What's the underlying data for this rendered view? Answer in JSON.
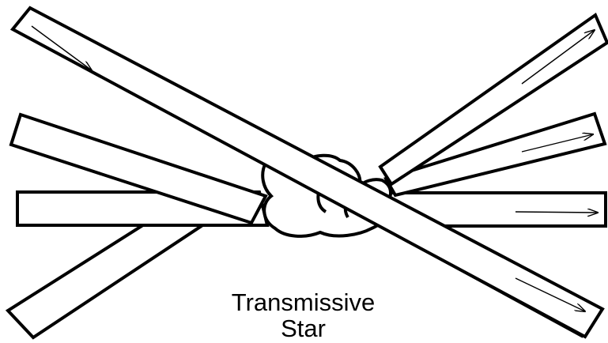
{
  "diagram": {
    "label_line1": "Transmissive",
    "label_line2": "Star",
    "fiber_count_left": 4,
    "fiber_count_right": 4,
    "colors": {
      "stroke": "#000000",
      "fill": "#ffffff"
    }
  }
}
